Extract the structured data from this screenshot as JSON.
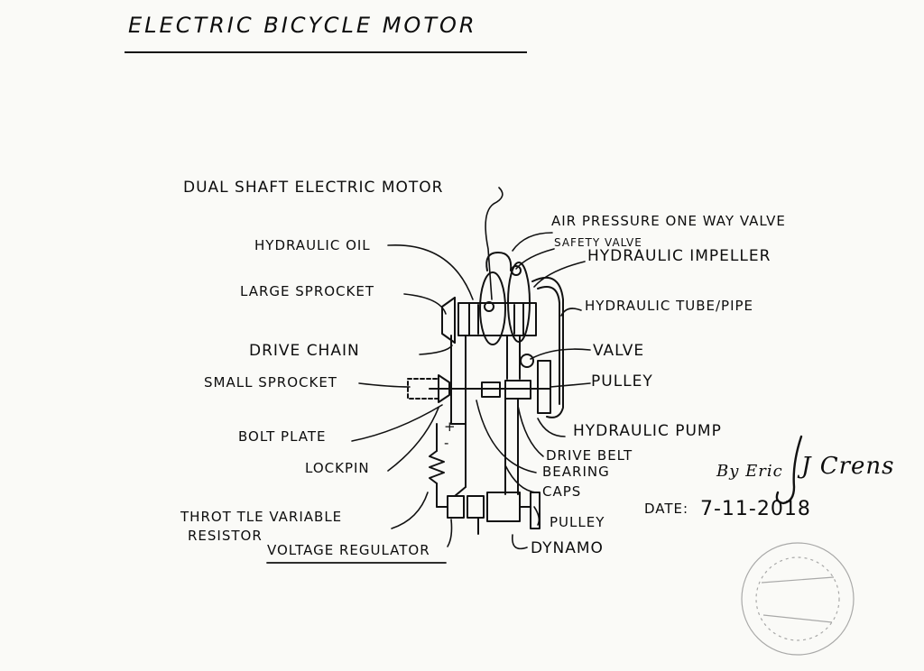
{
  "title": "ELECTRIC BICYCLE MOTOR",
  "labels": {
    "dual_shaft_motor": "DUAL SHAFT ELECTRIC MOTOR",
    "air_pressure_valve": "AIR PRESSURE ONE WAY VALVE",
    "safety_valve": "SAFETY VALVE",
    "hydraulic_oil": "HYDRAULIC OIL",
    "hydraulic_impeller": "HYDRAULIC IMPELLER",
    "large_sprocket": "LARGE SPROCKET",
    "hydraulic_tube": "HYDRAULIC TUBE/PIPE",
    "drive_chain": "DRIVE CHAIN",
    "valve": "VALVE",
    "small_sprocket": "SMALL SPROCKET",
    "pulley_top": "PULLEY",
    "hydraulic_pump": "HYDRAULIC PUMP",
    "bolt_plate": "BOLT PLATE",
    "drive_belt": "DRIVE BELT",
    "lockpin": "LOCKPIN",
    "bearing_caps_1": "BEARING",
    "bearing_caps_2": "CAPS",
    "throttle_1": "THROT TLE VARIABLE",
    "throttle_2": "RESISTOR",
    "pulley_bottom": "PULLEY",
    "voltage_regulator": "VOLTAGE REGULATOR",
    "dynamo": "DYNAMO",
    "plus_sign": "+",
    "minus_sign": "-"
  },
  "signature": {
    "by": "By Eric",
    "name": "J Crens",
    "date_label": "DATE:",
    "date_value": "7-11-2018"
  }
}
